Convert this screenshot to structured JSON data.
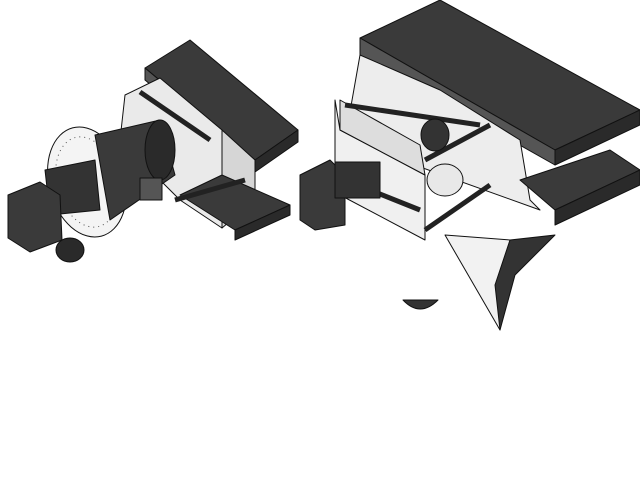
{
  "colors": {
    "background": "#ffffff",
    "dark_part": "#3a3a3a",
    "light_face": "#e8e8e8",
    "mid_face": "#9a9a9a",
    "outline": "#111111"
  },
  "assemblies": [
    {
      "name": "left-machine-assembly",
      "icon": "cad-assembly"
    },
    {
      "name": "right-machine-assembly",
      "icon": "cad-assembly"
    }
  ]
}
